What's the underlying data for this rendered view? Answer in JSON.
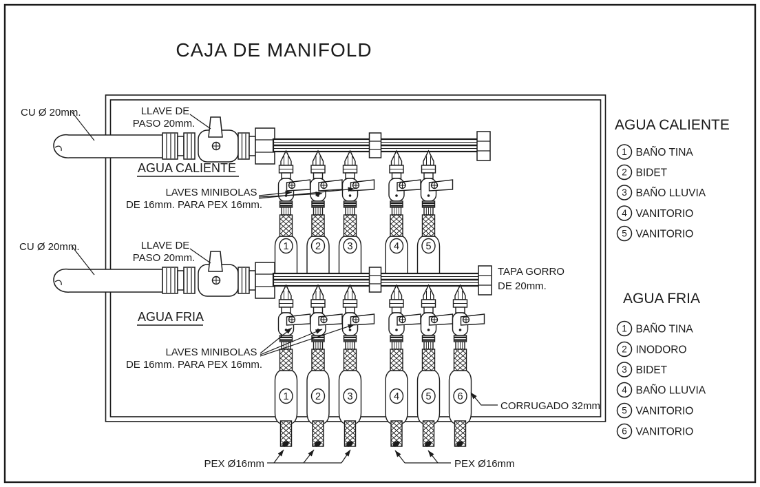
{
  "drawing": {
    "title": "CAJA DE MANIFOLD",
    "supply_label": "CU Ø 20mm.",
    "shutoff_label_line1": "LLAVE DE",
    "shutoff_label_line2": "PASO 20mm.",
    "hot_header": "AGUA CALIENTE",
    "cold_header": "AGUA FRIA",
    "minivalve_label_line1": "LAVES MINIBOLAS",
    "minivalve_label_line2": "DE 16mm. PARA PEX 16mm.",
    "cap_label_line1": "TAPA GORRO",
    "cap_label_line2": "DE 20mm.",
    "corrugated_label": "CORRUGADO 32mm",
    "pex_label": "PEX Ø16mm",
    "hot_outlet_numbers": [
      "1",
      "2",
      "3",
      "4",
      "5"
    ],
    "cold_outlet_numbers": [
      "1",
      "2",
      "3",
      "4",
      "5",
      "6"
    ]
  },
  "legend_hot": {
    "heading": "AGUA CALIENTE",
    "items": [
      {
        "num": "1",
        "label": "BAÑO TINA"
      },
      {
        "num": "2",
        "label": "BIDET"
      },
      {
        "num": "3",
        "label": "BAÑO LLUVIA"
      },
      {
        "num": "4",
        "label": "VANITORIO"
      },
      {
        "num": "5",
        "label": "VANITORIO"
      }
    ]
  },
  "legend_cold": {
    "heading": "AGUA FRIA",
    "items": [
      {
        "num": "1",
        "label": "BAÑO TINA"
      },
      {
        "num": "2",
        "label": "INODORO"
      },
      {
        "num": "3",
        "label": "BIDET"
      },
      {
        "num": "4",
        "label": "BAÑO LLUVIA"
      },
      {
        "num": "5",
        "label": "VANITORIO"
      },
      {
        "num": "6",
        "label": "VANITORIO"
      }
    ]
  },
  "colors": {
    "ink": "#1b1b1b",
    "paper": "#ffffff"
  }
}
